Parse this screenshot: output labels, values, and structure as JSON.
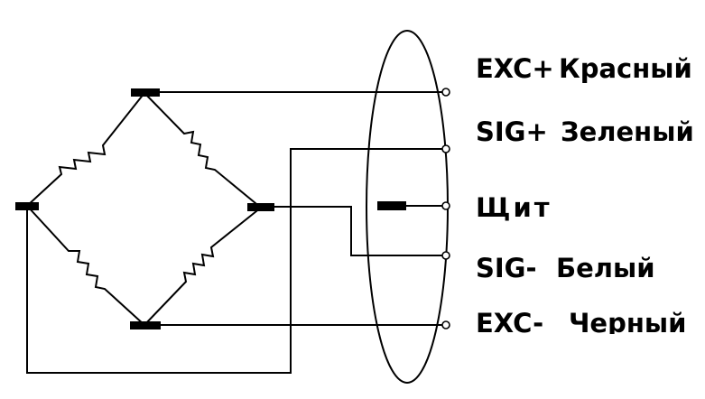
{
  "terminals": [
    {
      "code": "EXC+",
      "color": "Красный"
    },
    {
      "code": "SIG+",
      "color": "Зеленый"
    },
    {
      "code": "",
      "color": "Щит"
    },
    {
      "code": "SIG-",
      "color": "Белый"
    },
    {
      "code": "EXC-",
      "color": "Черный"
    }
  ]
}
